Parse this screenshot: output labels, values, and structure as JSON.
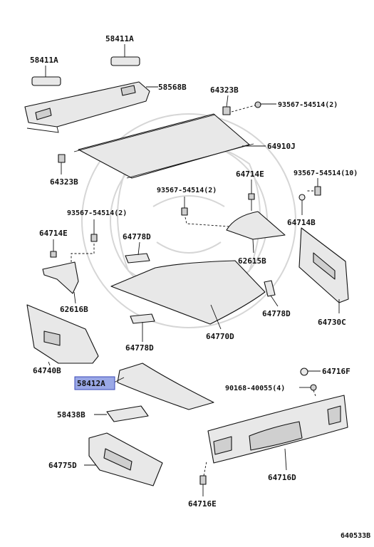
{
  "diagram_code": "640533B",
  "highlighted_part": "58412A",
  "colors": {
    "highlight": "#9aa8e6",
    "line": "#111111",
    "part_fill": "#e8e8e8"
  },
  "labels": {
    "p58411A_top": "58411A",
    "p58411A_left": "58411A",
    "p58568B": "58568B",
    "p64323B_top": "64323B",
    "p93567_54514_2_top": "93567-54514(2)",
    "p64910J": "64910J",
    "p64323B_left": "64323B",
    "p64714E_right": "64714E",
    "p93567_54514_10": "93567-54514(10)",
    "p93567_54514_2_mid": "93567-54514(2)",
    "p93567_54514_2_left": "93567-54514(2)",
    "p64714B": "64714B",
    "p64714E_left": "64714E",
    "p64778D_top": "64778D",
    "p62615B": "62615B",
    "p62616B": "62616B",
    "p64778D_right": "64778D",
    "p64730C": "64730C",
    "p64740B": "64740B",
    "p64778D_bottom": "64778D",
    "p64770D": "64770D",
    "p64716F": "64716F",
    "p58412A": "58412A",
    "p90168_40055_4": "90168-40055(4)",
    "p58438B": "58438B",
    "p64775D": "64775D",
    "p64716D": "64716D",
    "p64716E": "64716E"
  }
}
